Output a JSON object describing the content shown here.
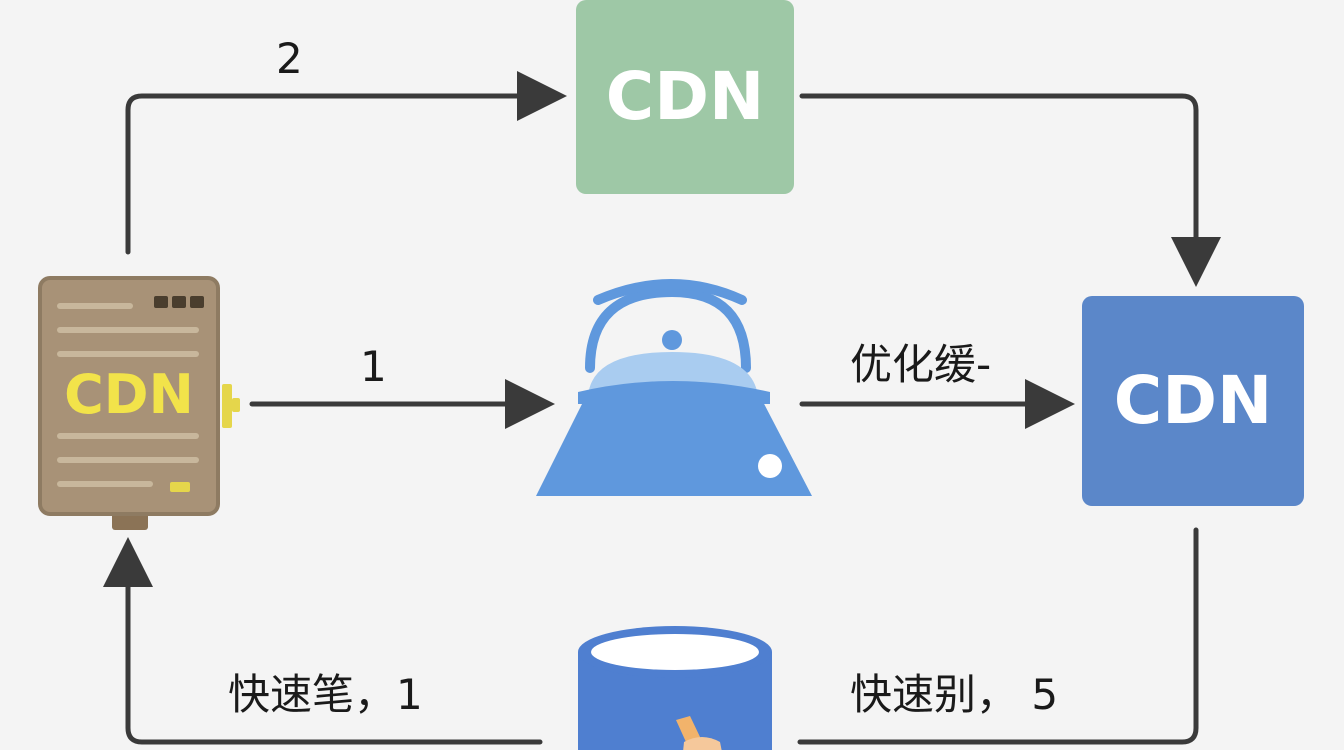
{
  "diagram": {
    "nodes": {
      "cdn_top": {
        "label": "CDN",
        "color": "#9ec8a6",
        "text_color": "#ffffff"
      },
      "cdn_right": {
        "label": "CDN",
        "color": "#5b87c9",
        "text_color": "#ffffff"
      },
      "cdn_server": {
        "label": "CDN",
        "color": "#a89277",
        "text_color": "#f2e34a"
      },
      "router": {
        "icon": "router-icon",
        "color": "#5f98dd"
      },
      "database": {
        "icon": "database-icon",
        "color": "#4f7fd0"
      }
    },
    "edges": {
      "server_to_top": {
        "label": "2"
      },
      "server_to_router": {
        "label": "1"
      },
      "router_to_right": {
        "label": "优化缓-"
      },
      "bottom_left": {
        "label": "快速笔，1"
      },
      "bottom_right": {
        "label": "快速别， 5"
      }
    },
    "colors": {
      "arrow": "#3a3a3a",
      "background": "#f4f4f4"
    }
  }
}
